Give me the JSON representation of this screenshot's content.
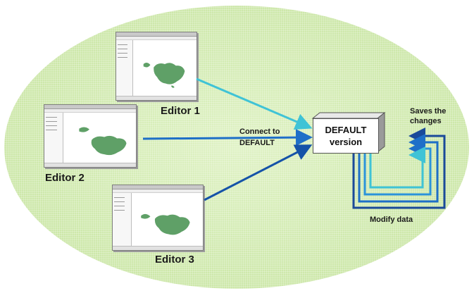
{
  "editors": [
    {
      "label": "Editor 1"
    },
    {
      "label": "Editor 2"
    },
    {
      "label": "Editor 3"
    }
  ],
  "connection_label": {
    "line1": "Connect to",
    "line2": "DEFAULT"
  },
  "version_box": {
    "line1": "DEFAULT",
    "line2": "version"
  },
  "saves_label": {
    "line1": "Saves the",
    "line2": "changes"
  },
  "modify_label": "Modify data",
  "colors": {
    "ellipse_fill": "#cfe9ad",
    "editor1_arrow": "#3fc3d6",
    "editor2_arrow": "#1e6fc8",
    "editor3_arrow": "#1553a8",
    "map_green": "#5fa067"
  }
}
